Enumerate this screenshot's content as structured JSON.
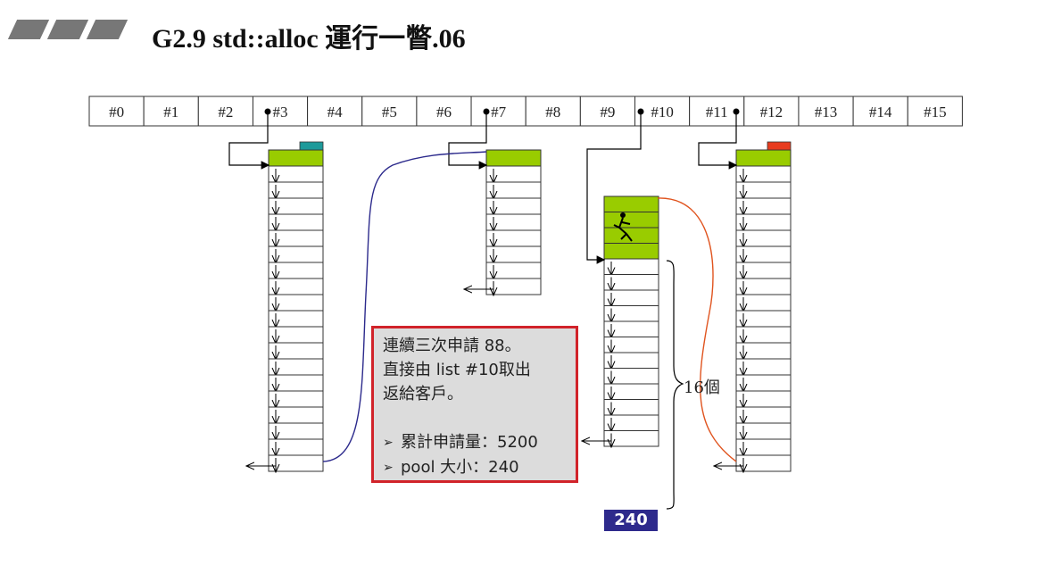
{
  "title": "G2.9 std::alloc 運行一瞥.06",
  "free_list": {
    "labels": [
      "#0",
      "#1",
      "#2",
      "#3",
      "#4",
      "#5",
      "#6",
      "#7",
      "#8",
      "#9",
      "#10",
      "#11",
      "#12",
      "#13",
      "#14",
      "#15"
    ],
    "pointer_slots": [
      3,
      7,
      10,
      11
    ]
  },
  "chunk_lists": [
    {
      "list": 3,
      "chunks": 20,
      "allocated": 1,
      "marker_color": "#1e9a9a"
    },
    {
      "list": 7,
      "chunks": 9,
      "allocated": 1
    },
    {
      "list": 10,
      "chunks": 16,
      "allocated": 4
    },
    {
      "list": 11,
      "chunks": 20,
      "allocated": 1,
      "marker_color": "#e83c1f"
    }
  ],
  "note": {
    "line1": "連續三次申請 88。",
    "line2": "直接由 list #10取出",
    "line3": "返給客戶。",
    "bullet1": "累計申請量：5200",
    "bullet2": "pool 大小：240"
  },
  "brace_label": "16個",
  "pool_size": "240",
  "colors": {
    "allocated": "#99cc00",
    "pool": "#2e2a8c",
    "note_border": "#d1232a",
    "blue_line": "#2c2a8c",
    "orange_line": "#e0541f"
  }
}
